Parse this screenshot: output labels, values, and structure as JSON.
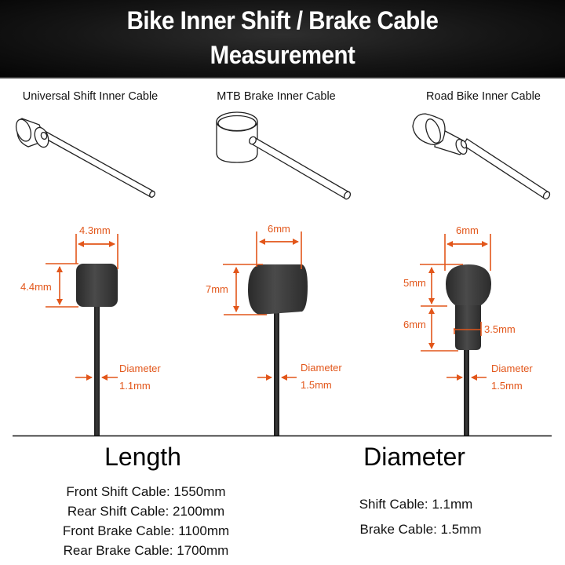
{
  "title": {
    "line1": "Bike Inner Shift / Brake Cable",
    "line2": "Measurement"
  },
  "colors": {
    "title_bg": "#0a0a0a",
    "title_text": "#ffffff",
    "dimension_orange": "#e2561a",
    "cable_head": "#3a3a3a",
    "cable_wire": "#222222"
  },
  "cable_types": [
    {
      "label": "Universal Shift Inner Cable",
      "icon": "cylinder-head-cable-drawing",
      "head_width": "4.3mm",
      "head_height": "4.4mm",
      "diameter_label": "Diameter",
      "diameter_value": "1.1mm"
    },
    {
      "label": "MTB Brake Inner Cable",
      "icon": "barrel-head-cable-drawing",
      "head_width": "6mm",
      "head_height": "7mm",
      "diameter_label": "Diameter",
      "diameter_value": "1.5mm"
    },
    {
      "label": "Road Bike Inner Cable",
      "icon": "pear-head-cable-drawing",
      "head_width": "6mm",
      "ball_height": "5mm",
      "neck_height": "6mm",
      "neck_width": "3.5mm",
      "diameter_label": "Diameter",
      "diameter_value": "1.5mm"
    }
  ],
  "length": {
    "heading": "Length",
    "items": [
      "Front Shift Cable: 1550mm",
      "Rear Shift Cable: 2100mm",
      "Front Brake Cable: 1100mm",
      "Rear Brake Cable: 1700mm"
    ]
  },
  "diameter": {
    "heading": "Diameter",
    "items": [
      "Shift Cable: 1.1mm",
      "Brake Cable: 1.5mm"
    ]
  }
}
